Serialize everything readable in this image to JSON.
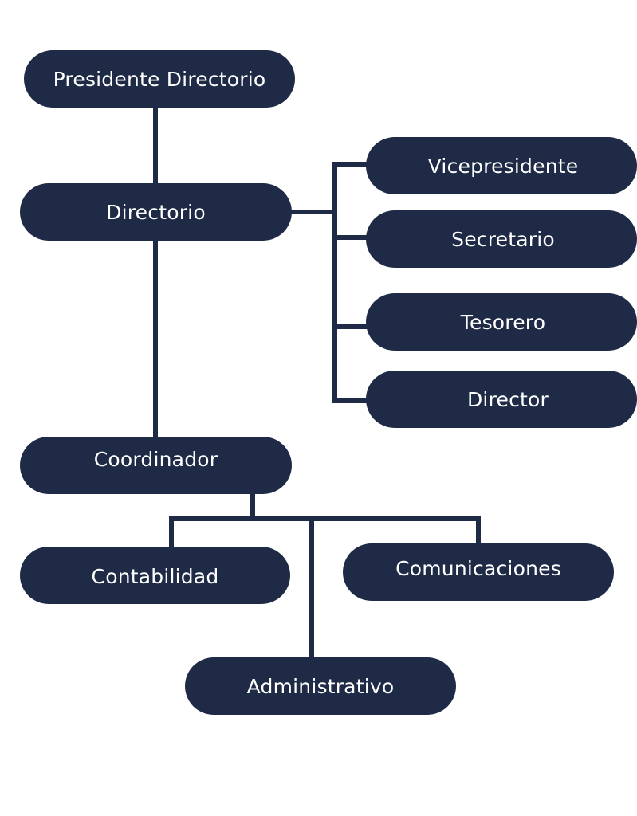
{
  "diagram": {
    "node_color": "#1f2b46",
    "line_color": "#1f2b46",
    "text_color": "#ffffff",
    "nodes": {
      "presidente": "Presidente Directorio",
      "directorio": "Directorio",
      "vicepresidente": "Vicepresidente",
      "secretario": "Secretario",
      "tesorero": "Tesorero",
      "director": "Director",
      "coordinador": "Coordinador",
      "contabilidad": "Contabilidad",
      "comunicaciones": "Comunicaciones",
      "administrativo": "Administrativo"
    },
    "edges": [
      [
        "Presidente Directorio",
        "Directorio"
      ],
      [
        "Directorio",
        "Vicepresidente"
      ],
      [
        "Directorio",
        "Secretario"
      ],
      [
        "Directorio",
        "Tesorero"
      ],
      [
        "Directorio",
        "Director"
      ],
      [
        "Directorio",
        "Coordinador"
      ],
      [
        "Coordinador",
        "Contabilidad"
      ],
      [
        "Coordinador",
        "Comunicaciones"
      ],
      [
        "Coordinador",
        "Administrativo"
      ]
    ]
  }
}
